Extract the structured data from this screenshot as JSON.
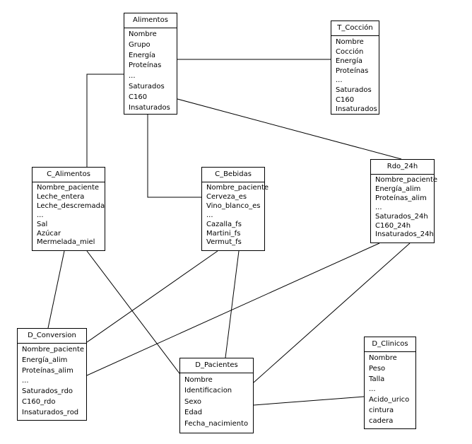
{
  "diagram": {
    "entities": [
      {
        "id": "alimentos",
        "title": "Alimentos",
        "fields": [
          "Nombre",
          "Grupo",
          "Energía",
          "Proteínas",
          "...",
          "Saturados",
          "C160",
          "Insaturados"
        ]
      },
      {
        "id": "t-coccion",
        "title": "T_Cocción",
        "fields": [
          "Nombre",
          "Cocción",
          "Energía",
          "Proteínas",
          "...",
          "Saturados",
          "C160",
          "Insaturados"
        ]
      },
      {
        "id": "c-alimentos",
        "title": "C_Alimentos",
        "fields": [
          "Nombre_paciente",
          "Leche_entera",
          "Leche_descremada",
          "...",
          "Sal",
          "Azúcar",
          "Mermelada_miel"
        ]
      },
      {
        "id": "c-bebidas",
        "title": "C_Bebidas",
        "fields": [
          "Nombre_paciente",
          "Cerveza_es",
          "Vino_blanco_es",
          "...",
          "Cazalla_fs",
          "Martini_fs",
          "Vermut_fs"
        ]
      },
      {
        "id": "rdo-24h",
        "title": "Rdo_24h",
        "fields": [
          "Nombre_paciente",
          "Energía_alim",
          "Proteínas_alim",
          "...",
          "Saturados_24h",
          "C160_24h",
          "Insaturados_24h"
        ]
      },
      {
        "id": "d-conversion",
        "title": "D_Conversion",
        "fields": [
          "Nombre_paciente",
          "Energía_alim",
          "Proteínas_alim",
          "...",
          "Saturados_rdo",
          "C160_rdo",
          "Insaturados_rod"
        ]
      },
      {
        "id": "d-pacientes",
        "title": "D_Pacientes",
        "fields": [
          "Nombre",
          "Identificacion",
          "Sexo",
          "Edad",
          "Fecha_nacimiento"
        ]
      },
      {
        "id": "d-clinicos",
        "title": "D_Clinicos",
        "fields": [
          "Nombre",
          "Peso",
          "Talla",
          "...",
          "Acido_urico",
          "cintura",
          "cadera"
        ]
      }
    ],
    "relationships": [
      {
        "from": "alimentos",
        "to": "t-coccion"
      },
      {
        "from": "alimentos",
        "to": "c-alimentos"
      },
      {
        "from": "alimentos",
        "to": "c-bebidas"
      },
      {
        "from": "alimentos",
        "to": "rdo-24h"
      },
      {
        "from": "c-alimentos",
        "to": "d-conversion"
      },
      {
        "from": "c-alimentos",
        "to": "d-pacientes"
      },
      {
        "from": "c-bebidas",
        "to": "d-conversion"
      },
      {
        "from": "c-bebidas",
        "to": "d-pacientes"
      },
      {
        "from": "rdo-24h",
        "to": "d-conversion"
      },
      {
        "from": "rdo-24h",
        "to": "d-pacientes"
      },
      {
        "from": "d-pacientes",
        "to": "d-clinicos"
      }
    ]
  }
}
